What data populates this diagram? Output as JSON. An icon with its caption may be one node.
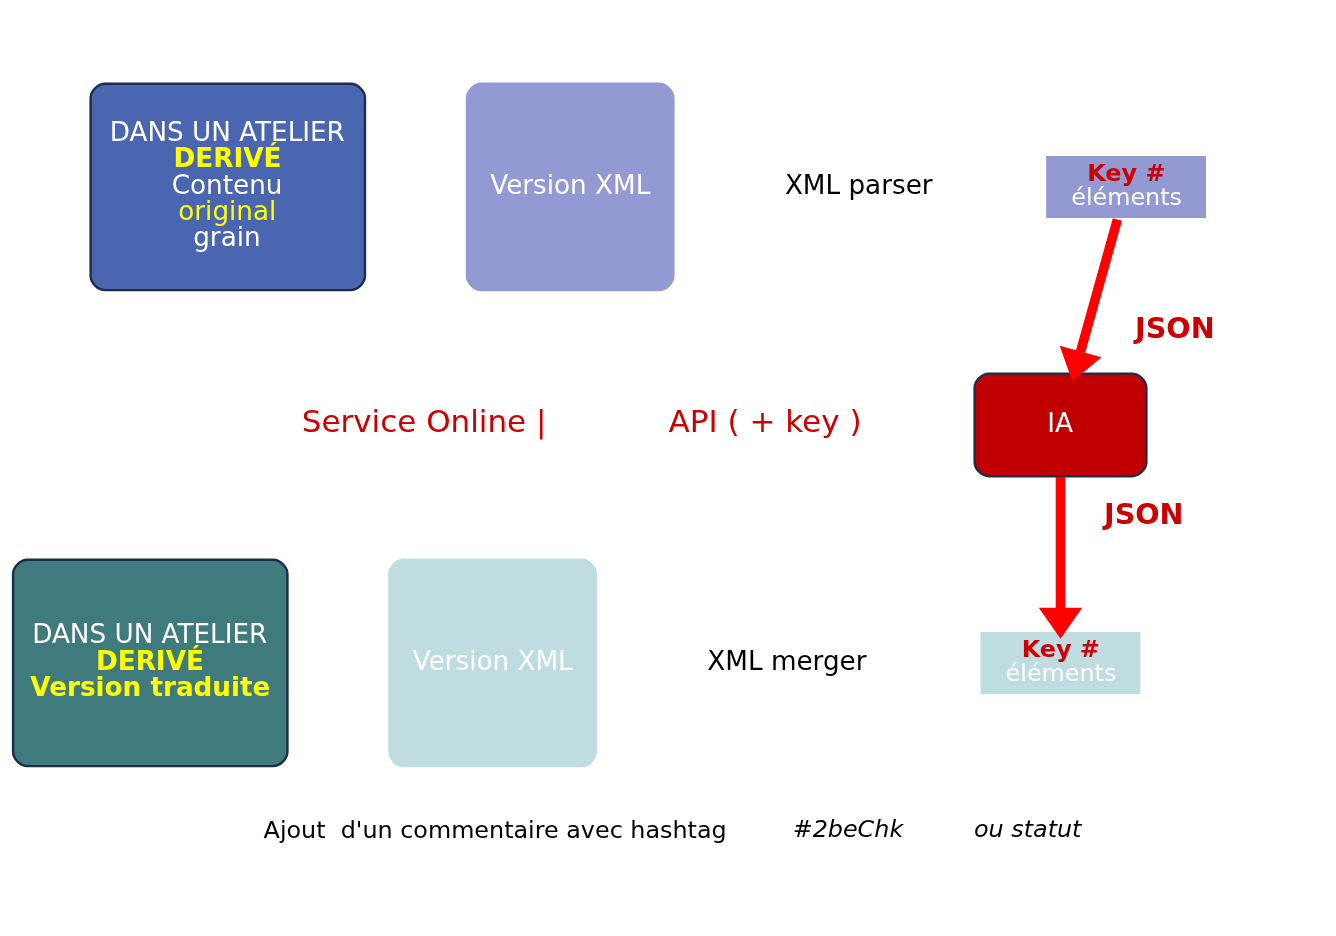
{
  "diagram": {
    "nodes": [
      {
        "text": [
          "DANS UN ATELIER",
          "DERIVÉ",
          "Contenu",
          "original",
          "grain"
        ]
      },
      {
        "text": [
          "Version XML"
        ]
      },
      {
        "text": [
          "XML parser"
        ]
      },
      {
        "text": [
          "Key #",
          "éléments"
        ]
      },
      {
        "text": [
          "IA"
        ]
      },
      {
        "text": [
          "Key #",
          "éléments"
        ]
      },
      {
        "text": [
          "XML merger"
        ]
      },
      {
        "text": [
          "Version XML"
        ]
      },
      {
        "text": [
          "DANS UN ATELIER",
          "DERIVÉ",
          "Version traduite"
        ]
      }
    ],
    "edges": [
      {
        "from": 3,
        "to": 4,
        "arrow": "to",
        "label": "JSON"
      },
      {
        "from": 4,
        "to": 5,
        "arrow": "to",
        "label": "JSON"
      }
    ],
    "labels": [
      "Service Online |",
      "API ( + key )",
      "Ajout  d'un commentaire avec hashtag",
      "#2beChk",
      "ou statut"
    ]
  }
}
